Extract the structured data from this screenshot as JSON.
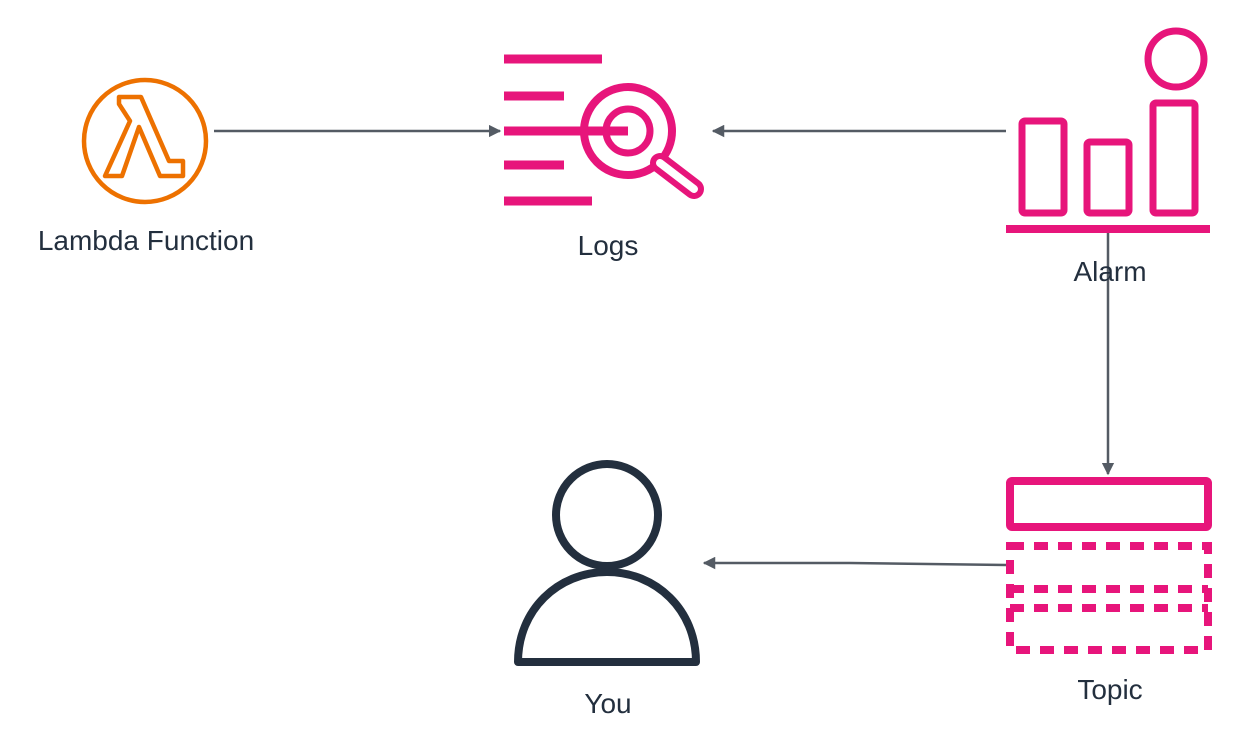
{
  "nodes": {
    "lambda": {
      "label": "Lambda Function",
      "icon": "lambda-icon",
      "color": "#ed7100"
    },
    "logs": {
      "label": "Logs",
      "icon": "logs-search-icon",
      "color": "#e7157b"
    },
    "alarm": {
      "label": "Alarm",
      "icon": "alarm-bar-chart-icon",
      "color": "#e7157b"
    },
    "topic": {
      "label": "Topic",
      "icon": "topic-icon",
      "color": "#e7157b"
    },
    "you": {
      "label": "You",
      "icon": "user-icon",
      "color": "#232f3e"
    }
  },
  "edges": [
    {
      "from": "lambda",
      "to": "logs"
    },
    {
      "from": "alarm",
      "to": "logs"
    },
    {
      "from": "alarm",
      "to": "topic"
    },
    {
      "from": "topic",
      "to": "you"
    }
  ],
  "colors": {
    "arrow": "#545b64",
    "text": "#232f3e"
  }
}
